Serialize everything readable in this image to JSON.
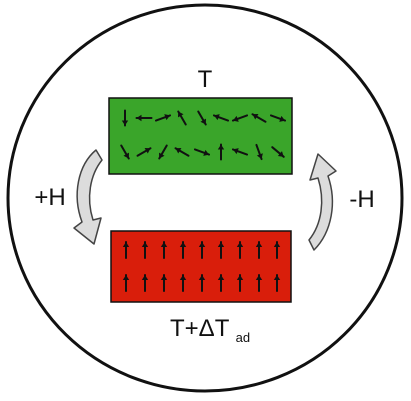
{
  "labels": {
    "top_state": "T",
    "left_field": "+H",
    "right_field": "-H",
    "bottom_state_main": "T+ΔT",
    "bottom_state_sub": "ad"
  },
  "colors": {
    "disordered_block": "#3aa52a",
    "ordered_block": "#d91e0b",
    "outline": "#111111",
    "arrow_fill": "#d9d9d9",
    "background": "#ffffff"
  },
  "icons": {
    "field_on_arrow": "curved-down-arrow-icon",
    "field_off_arrow": "curved-up-arrow-icon",
    "spin": "spin-arrow-icon"
  }
}
